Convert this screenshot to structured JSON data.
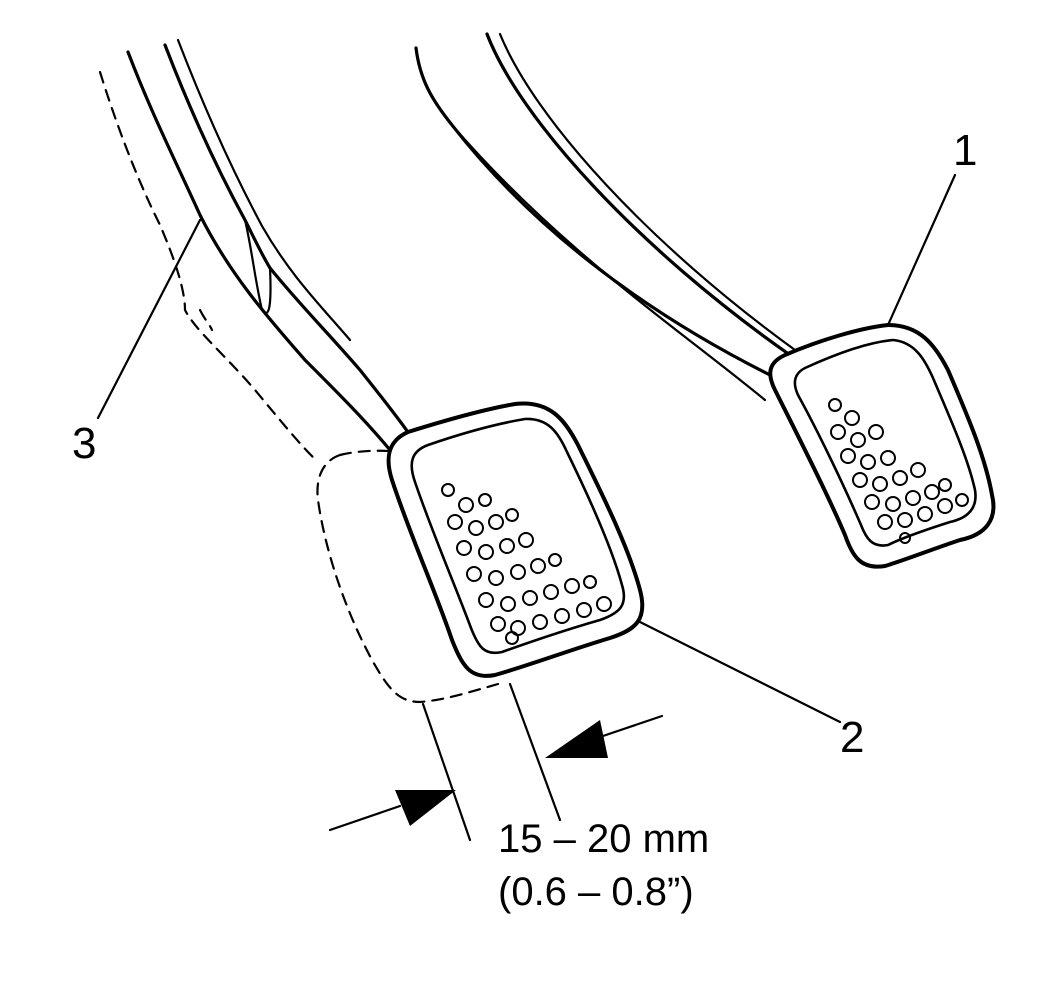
{
  "callouts": {
    "label_1": "1",
    "label_2": "2",
    "label_3": "3"
  },
  "dimension": {
    "metric": "15 – 20 mm",
    "imperial": "(0.6 – 0.8”)"
  }
}
